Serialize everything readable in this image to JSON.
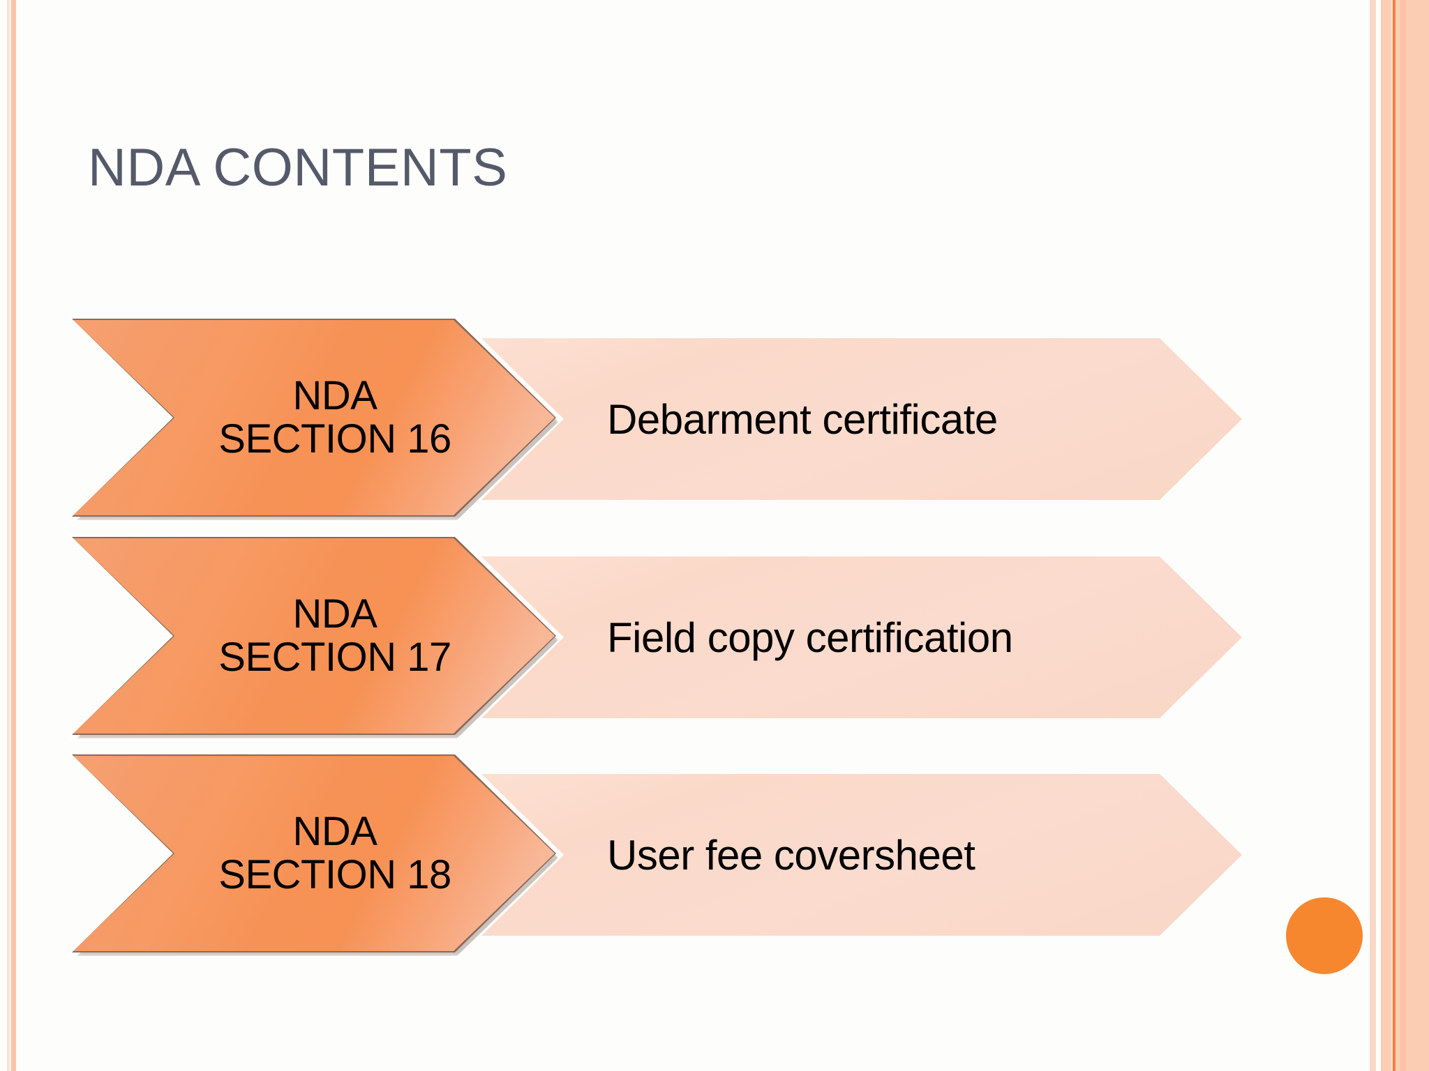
{
  "slide": {
    "title": "NDA CONTENTS",
    "background_color": "#fdfefb",
    "title_color": "#545a69"
  },
  "theme": {
    "section_chevron_color": "#f79154",
    "desc_chevron_color": "#fad9c9",
    "accent_circle_color": "#f6872f",
    "border_accent_line": "#f2813c",
    "border_band": "#fbc3a6"
  },
  "rows": [
    {
      "section_line1": "NDA",
      "section_line2": "SECTION 16",
      "description": "Debarment certificate"
    },
    {
      "section_line1": "NDA",
      "section_line2": "SECTION 17",
      "description": "Field copy certification"
    },
    {
      "section_line1": "NDA",
      "section_line2": "SECTION 18",
      "description": "User fee coversheet"
    }
  ]
}
